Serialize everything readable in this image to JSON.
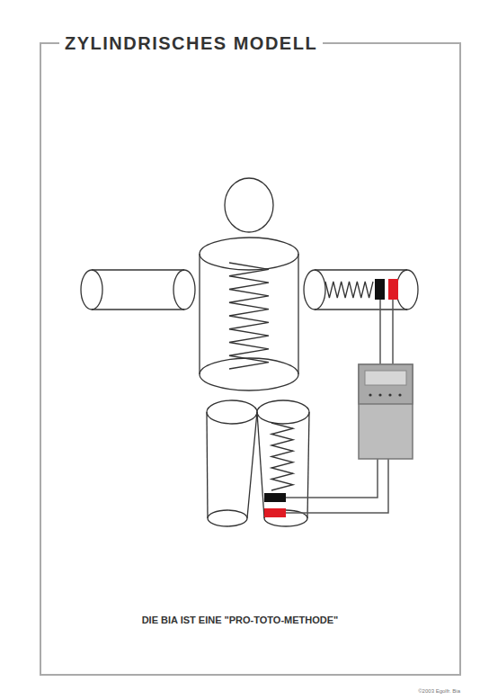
{
  "diagram": {
    "title": "ZYLINDRISCHES MODELL",
    "caption": "DIE BIA IST EINE \"PRO-TOTO-METHODE\"",
    "labels": [
      "©2003 Egolfr. Bia"
    ]
  }
}
